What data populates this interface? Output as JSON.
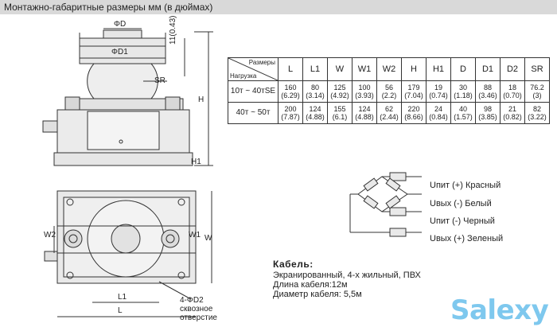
{
  "header": {
    "title": "Монтажно-габаритные размеры мм (в дюймах)"
  },
  "drawing": {
    "labels": {
      "phiD": "ΦD",
      "phiD1": "ΦD1",
      "dim_11": "11(0.43)",
      "sr": "SR",
      "h": "H",
      "h1": "H1",
      "w2": "W2",
      "w1": "W1",
      "w": "W",
      "l1": "L1",
      "l": "L",
      "holes": "4-ΦD2",
      "through1": "сквозное",
      "through2": "отверстие"
    }
  },
  "table": {
    "corner_top": "Размеры",
    "corner_bottom": "Нагрузка",
    "columns": [
      "L",
      "L1",
      "W",
      "W1",
      "W2",
      "H",
      "H1",
      "D",
      "D1",
      "D2",
      "SR"
    ],
    "rows": [
      {
        "label": "10т ~ 40тSE",
        "values": [
          [
            "160",
            "(6.29)"
          ],
          [
            "80",
            "(3.14)"
          ],
          [
            "125",
            "(4.92)"
          ],
          [
            "100",
            "(3.93)"
          ],
          [
            "56",
            "(2.2)"
          ],
          [
            "179",
            "(7.04)"
          ],
          [
            "19",
            "(0.74)"
          ],
          [
            "30",
            "(1.18)"
          ],
          [
            "88",
            "(3.46)"
          ],
          [
            "18",
            "(0.70)"
          ],
          [
            "76.2",
            "(3)"
          ]
        ]
      },
      {
        "label": "40т ~ 50т",
        "values": [
          [
            "200",
            "(7.87)"
          ],
          [
            "124",
            "(4.88)"
          ],
          [
            "155",
            "(6.1)"
          ],
          [
            "124",
            "(4.88)"
          ],
          [
            "62",
            "(2.44)"
          ],
          [
            "220",
            "(8.66)"
          ],
          [
            "24",
            "(0.84)"
          ],
          [
            "40",
            "(1.57)"
          ],
          [
            "98",
            "(3.85)"
          ],
          [
            "21",
            "(0.82)"
          ],
          [
            "82",
            "(3.22)"
          ]
        ]
      }
    ]
  },
  "wiring": {
    "labels": [
      "Uпит (+) Красный",
      "Uвых (-) Белый",
      "Uпит (-) Черный",
      "Uвых (+) Зеленый"
    ]
  },
  "cable": {
    "title": "Кабель:",
    "lines": [
      "Экранированный, 4-х жильный, ПВХ",
      "Длина кабеля:12м",
      "Диаметр кабеля: 5,5м"
    ]
  },
  "watermark": "Salexy"
}
